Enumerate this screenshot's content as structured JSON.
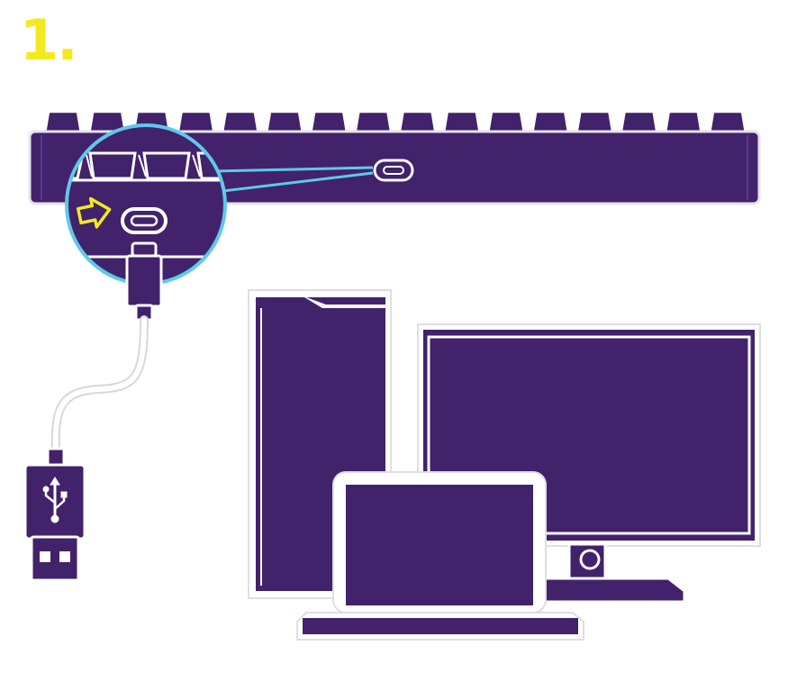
{
  "step": {
    "number": "1."
  },
  "colors": {
    "device_fill": "#42226b",
    "outline": "#ffffff",
    "shadow": "#e8e4ee",
    "accent_arrow": "#f2ea1f",
    "zoom_ring": "#5ec9ea",
    "cable": "#ffffff",
    "step_number": "#f2ea1f"
  },
  "icons": {
    "arrow": "arrow-right-icon",
    "usb": "usb-trident-icon",
    "port": "usb-c-port-icon"
  },
  "devices": [
    "keyboard",
    "usb-c-cable",
    "usb-a-plug",
    "desktop-tower",
    "monitor",
    "laptop"
  ]
}
